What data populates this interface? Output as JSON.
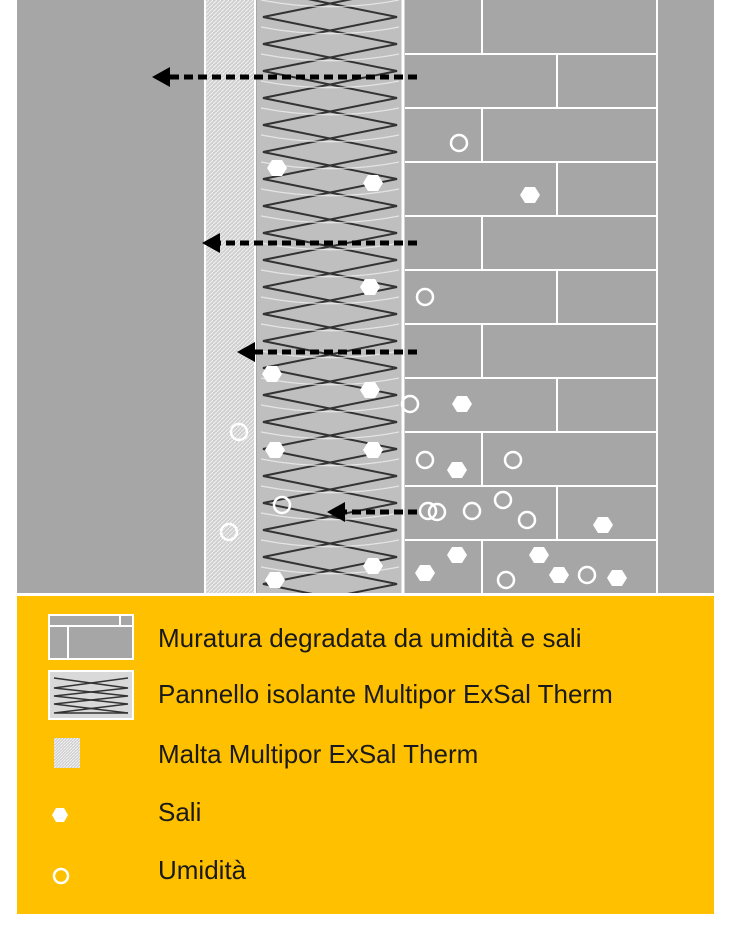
{
  "colors": {
    "background": "#a6a6a6",
    "legend_background": "#ffc000",
    "lines": "#ffffff",
    "arrows": "#000000",
    "insulation_fill": "#bfbfbf",
    "brick_fill": "#a6a6a6",
    "mortar_fill": "#d9d9d9"
  },
  "diagram": {
    "arrows_count": 4,
    "arrow_direction": "left"
  },
  "legend": {
    "items": [
      {
        "key": "masonry",
        "icon": "brick-wall-swatch-icon",
        "label": "Muratura degradata da umidità e sali"
      },
      {
        "key": "insulation",
        "icon": "insulation-panel-swatch-icon",
        "label": "Pannello isolante Multipor ExSal Therm"
      },
      {
        "key": "mortar",
        "icon": "mortar-swatch-icon",
        "label": "Malta Multipor ExSal Therm"
      },
      {
        "key": "salts",
        "icon": "hexagon-salt-icon",
        "label": "Sali"
      },
      {
        "key": "moisture",
        "icon": "circle-moisture-icon",
        "label": "Umidità"
      }
    ]
  }
}
